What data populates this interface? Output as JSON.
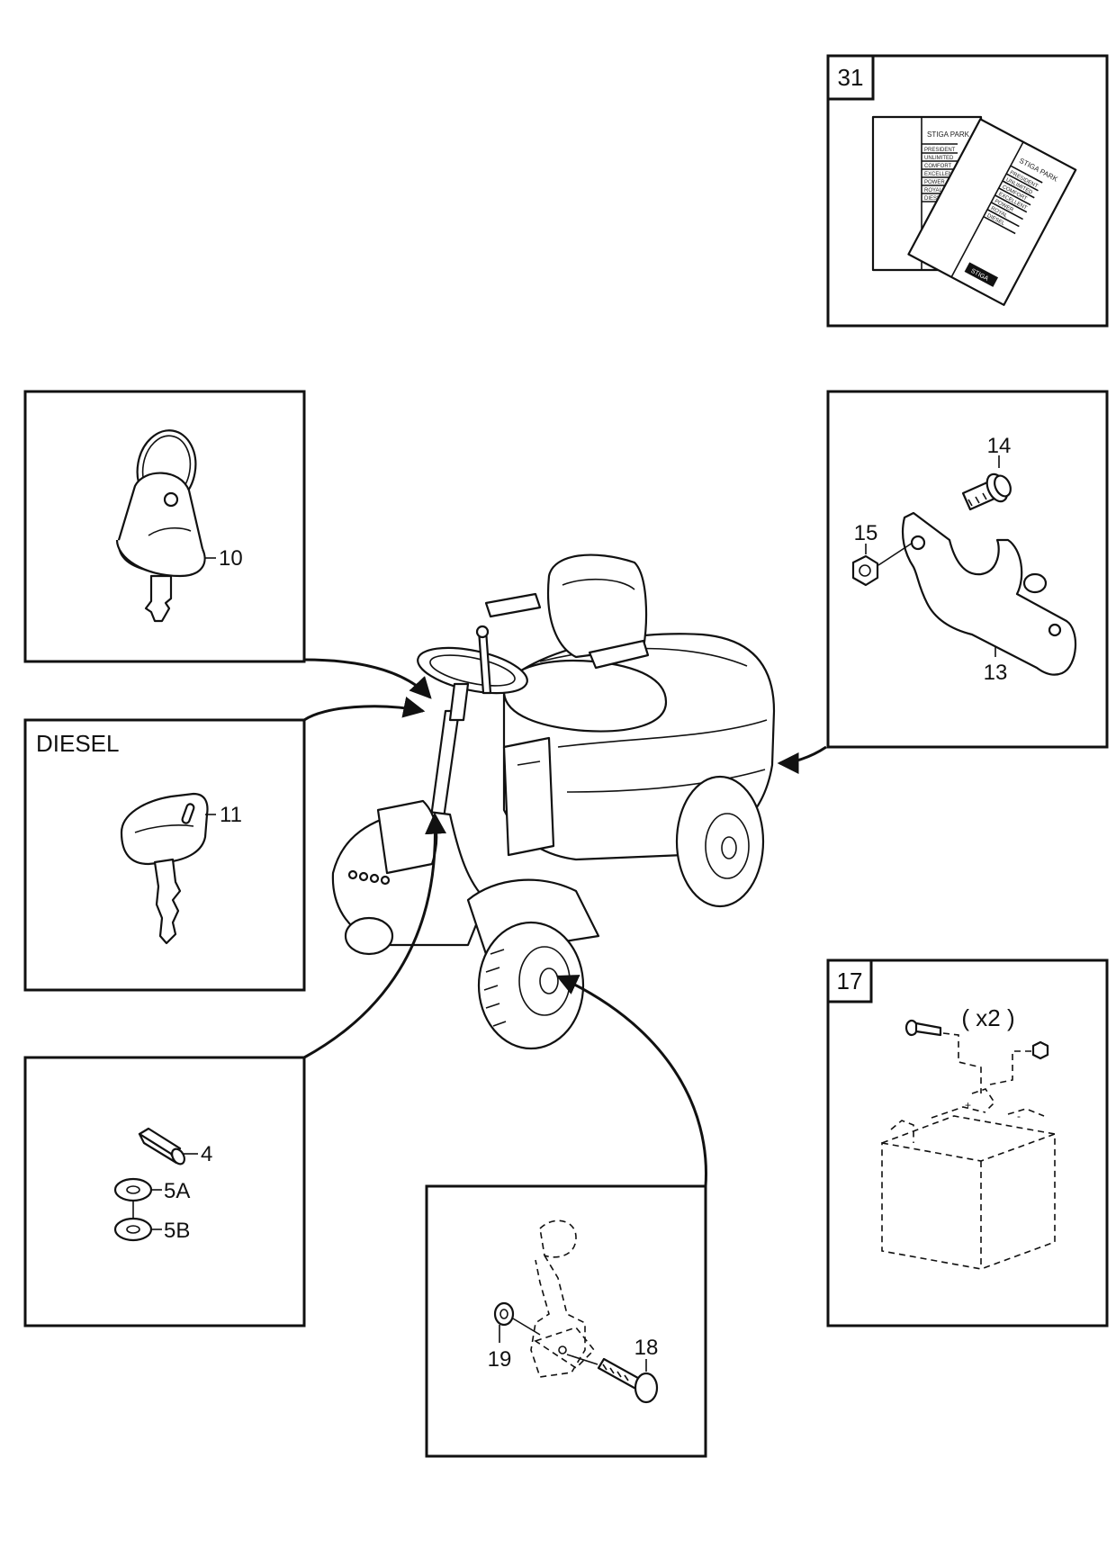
{
  "panels": {
    "manuals": {
      "box_label": "31",
      "manual_front": {
        "title": "STIGA PARK",
        "models": [
          "PRESIDENT",
          "UNLIMITED",
          "COMFORT",
          "EXCELLENT",
          "POWER",
          "ROYAL",
          "DIESEL"
        ]
      },
      "manual_back": {
        "title": "STIGA PARK",
        "models": [
          "PRESIDENT",
          "UNLIMITED",
          "COMFORT",
          "EXCELLENT",
          "POWER",
          "ROYAL",
          "DIESEL"
        ],
        "logo": "STIGA"
      }
    },
    "ignition_key": {
      "callout": "10"
    },
    "diesel_key": {
      "heading": "DIESEL",
      "callout": "11"
    },
    "bracket": {
      "callouts": {
        "bolt": "14",
        "nut": "15",
        "bracket": "13"
      }
    },
    "pin_washers": {
      "callouts": {
        "pin": "4",
        "washer_a": "5A",
        "washer_b": "5B"
      }
    },
    "pedal": {
      "callouts": {
        "washer": "19",
        "bolt": "18"
      }
    },
    "battery": {
      "box_label": "17",
      "quantity": "( x2 )"
    }
  },
  "icons": {
    "ignition_key": "ignition-key-icon",
    "diesel_key": "diesel-key-icon",
    "tractor": "ride-on-mower-icon",
    "battery": "battery-icon"
  },
  "colors": {
    "line": "#111111",
    "background": "#ffffff"
  }
}
